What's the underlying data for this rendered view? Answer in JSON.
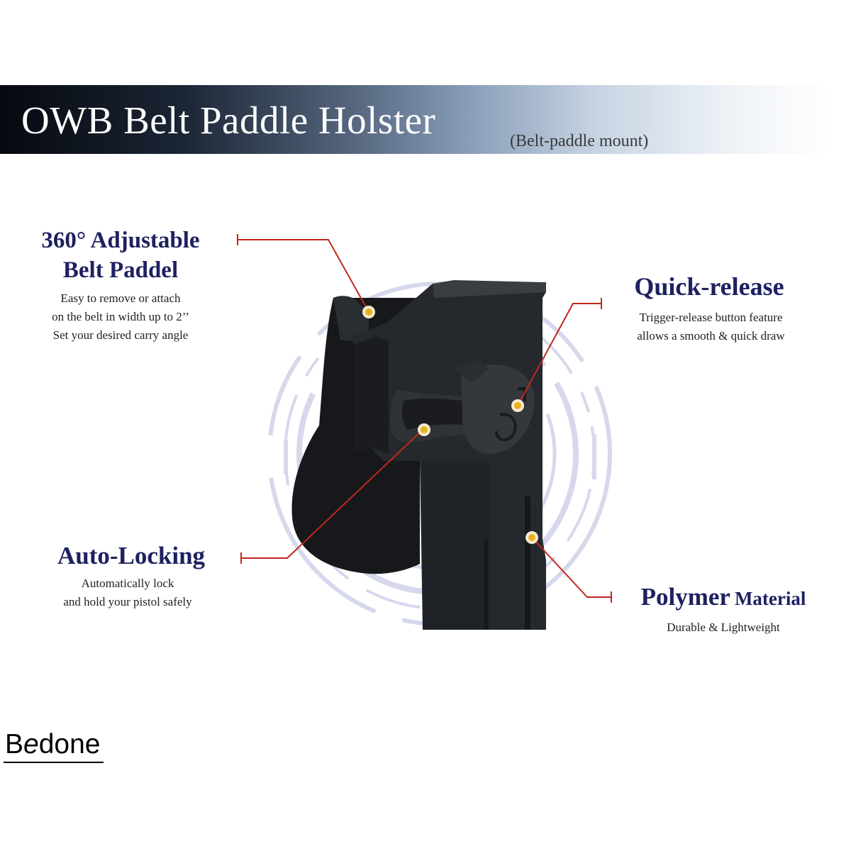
{
  "header": {
    "title": "OWB Belt Paddle Holster",
    "subtitle": "(Belt-paddle mount)"
  },
  "features": {
    "adjustable": {
      "title_line1": "360° Adjustable",
      "title_line2": "Belt Paddel",
      "desc": [
        "Easy to remove or attach",
        "on the belt in width up to 2’’",
        "Set your desired carry angle"
      ]
    },
    "quick_release": {
      "title": "Quick-release",
      "desc": [
        "Trigger-release button feature",
        "allows a smooth & quick draw"
      ]
    },
    "auto_locking": {
      "title": "Auto-Locking",
      "desc": [
        "Automatically lock",
        "and hold your pistol safely"
      ]
    },
    "polymer": {
      "title_main": "Polymer",
      "title_rest": "Material",
      "desc": [
        "Durable & Lightweight"
      ]
    }
  },
  "brand": {
    "first": "B",
    "italic": "e",
    "rest": "done"
  },
  "colors": {
    "title_navy": "#1e2160",
    "callout_red": "#c0281c",
    "holster_black": "#1d1f22",
    "ring_lavender": "#d6d8ec",
    "marker_gold": "#e8b21a"
  }
}
